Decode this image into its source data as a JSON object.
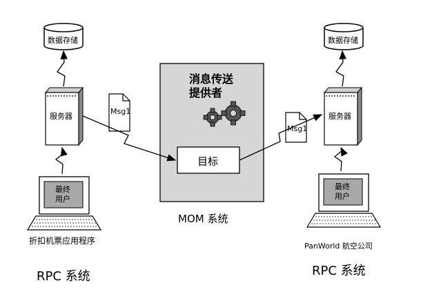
{
  "left": {
    "storage": "数据存储",
    "server": "服务器",
    "user": "最终\n用户",
    "app": "折扣机票应用程序",
    "system": "RPC 系统"
  },
  "right": {
    "storage": "数据存储",
    "server": "服务器",
    "user": "最终\n用户",
    "app": "PanWorld 航空公司",
    "system": "RPC 系统"
  },
  "center": {
    "provider": "消息传送\n提供者",
    "target": "目标",
    "system": "MOM 系统"
  },
  "messages": {
    "left": "Msg1",
    "right": "Msg1"
  },
  "colors": {
    "panel": "#d6d6d6",
    "screen": "#a9a9a9",
    "gear": "#555555"
  }
}
